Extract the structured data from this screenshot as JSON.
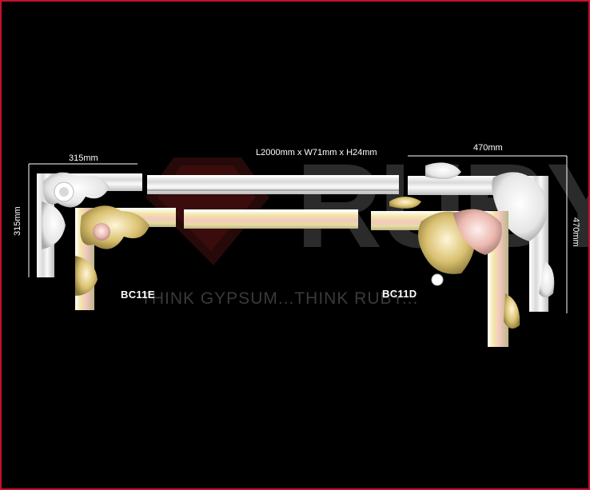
{
  "dimensions": {
    "left_width": "315mm",
    "left_height": "315mm",
    "rod": "L2000mm x W71mm x H24mm",
    "right_width": "470mm",
    "right_height": "470mm"
  },
  "products": {
    "left_code": "BC11E",
    "right_code": "BC11D"
  },
  "watermark": {
    "brand": "RUBY",
    "tagline": "THINK GYPSUM...THINK RUBY..."
  },
  "colors": {
    "border": "#c8102e",
    "background": "#000000",
    "plaster": "#f2f2f2",
    "gold": "#d8c06a",
    "rose": "#e9b9b0"
  }
}
